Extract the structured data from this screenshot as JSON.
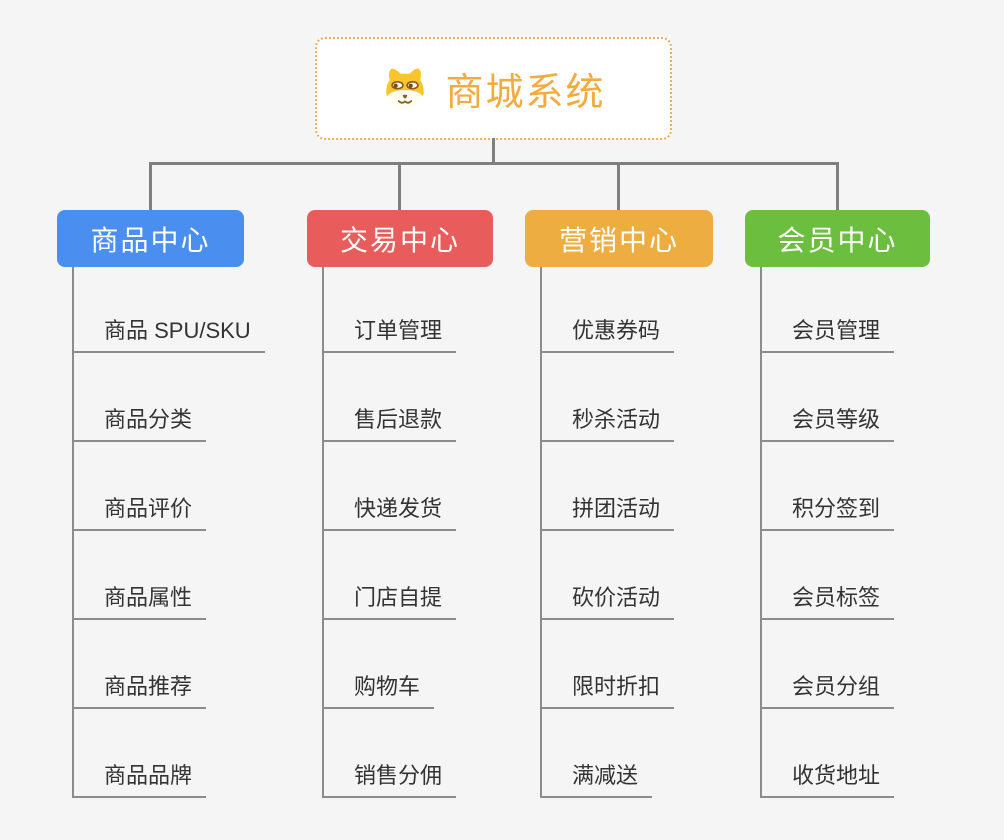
{
  "root": {
    "title": "商城系统",
    "icon": "shiba-dog-face-icon",
    "border_color": "#F3AC55",
    "title_color": "#F2AB3F"
  },
  "connector_color": "#7F7F7F",
  "background_color": "#F5F5F5",
  "branches": [
    {
      "label": "商品中心",
      "color": "#4A8EF0",
      "items": [
        "商品 SPU/SKU",
        "商品分类",
        "商品评价",
        "商品属性",
        "商品推荐",
        "商品品牌"
      ]
    },
    {
      "label": "交易中心",
      "color": "#E85C5B",
      "items": [
        "订单管理",
        "售后退款",
        "快递发货",
        "门店自提",
        "购物车",
        "销售分佣"
      ]
    },
    {
      "label": "营销中心",
      "color": "#EDAD41",
      "items": [
        "优惠券码",
        "秒杀活动",
        "拼团活动",
        "砍价活动",
        "限时折扣",
        "满减送"
      ]
    },
    {
      "label": "会员中心",
      "color": "#6CBE3F",
      "items": [
        "会员管理",
        "会员等级",
        "积分签到",
        "会员标签",
        "会员分组",
        "收货地址"
      ]
    }
  ]
}
